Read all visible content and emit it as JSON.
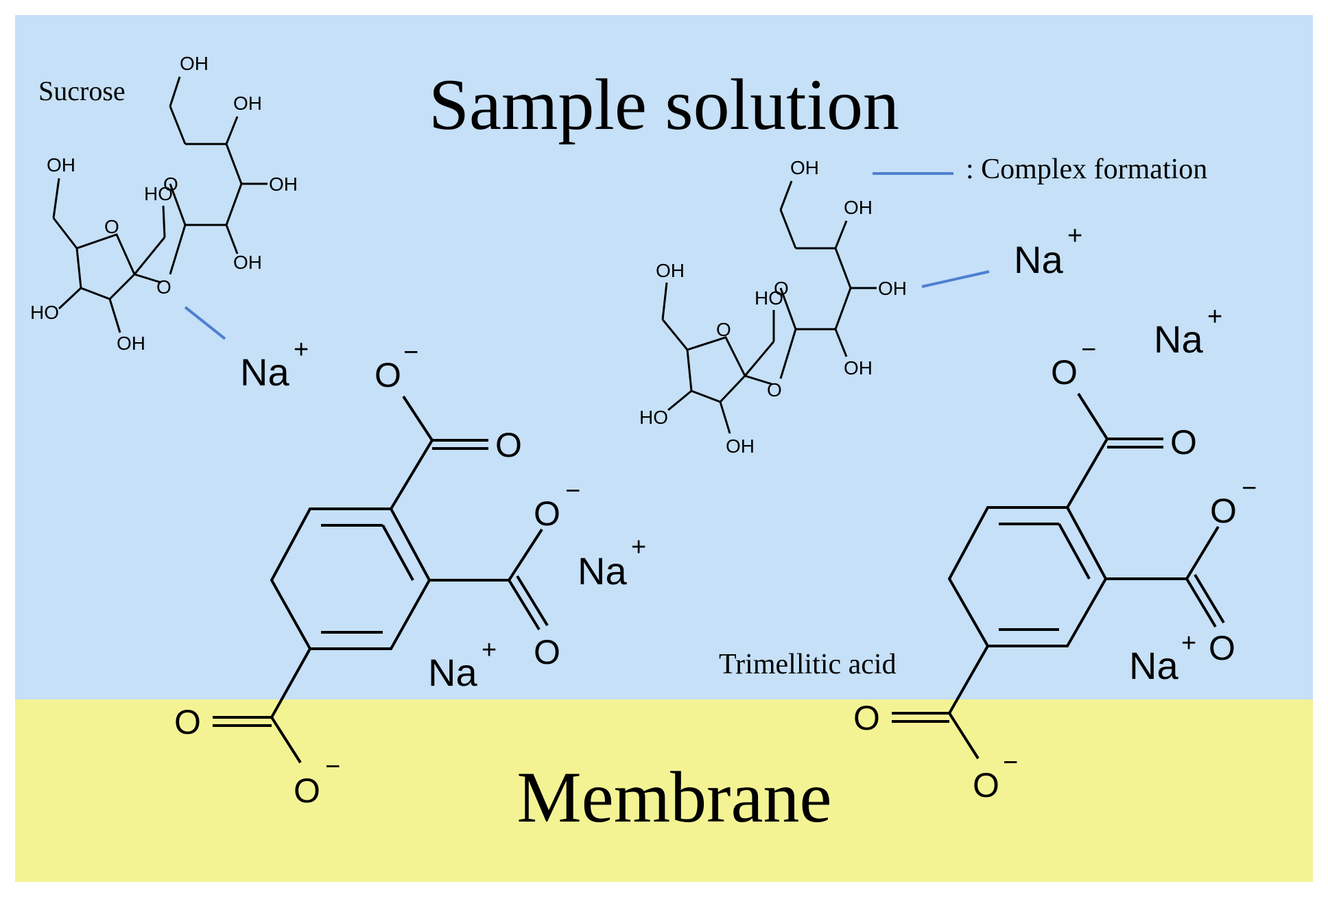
{
  "colors": {
    "solution_region": "#c5e0f7",
    "membrane_region": "#f4f394",
    "complex_line": "#4f7fd1",
    "bond": "#000000"
  },
  "regions": {
    "solution_title": "Sample solution",
    "membrane_title": "Membrane"
  },
  "legend": {
    "complex_label": ": Complex formation"
  },
  "labels": {
    "sucrose": "Sucrose",
    "trimellitic_acid": "Trimellitic acid"
  },
  "atoms": {
    "oh": "OH",
    "ho": "HO",
    "o": "O",
    "na": "Na",
    "plus": "+",
    "minus": "−"
  }
}
